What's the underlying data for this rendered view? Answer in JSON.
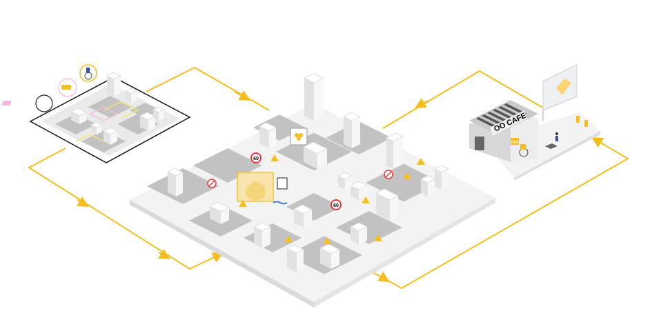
{
  "cafe": {
    "sign": "OO CAFE",
    "pos_label": "POS"
  },
  "speed_signs": [
    "60",
    "60"
  ],
  "colors": {
    "accent": "#F5BE1E",
    "pink": "#F4B8E4",
    "ground": "#E9E9E9",
    "block": "#BDBDBD",
    "road": "#F2F2F2"
  },
  "icons": [
    "cctv-icon",
    "wheelchair-icon",
    "map-icon",
    "no-entry-icon",
    "warning-sign-icon"
  ]
}
